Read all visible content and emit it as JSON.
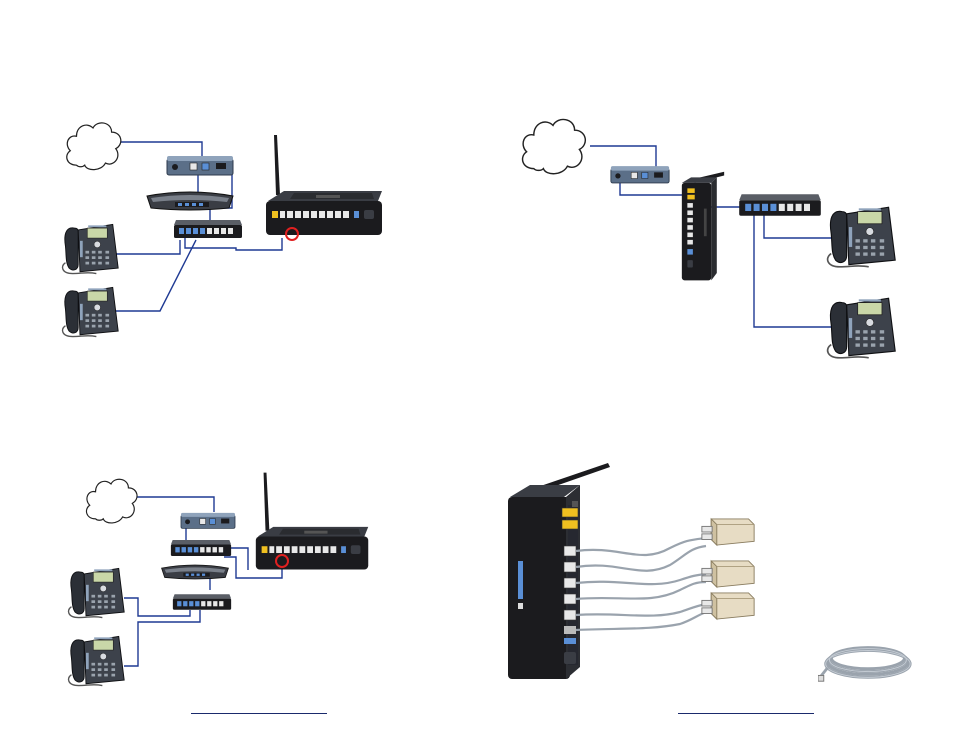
{
  "page": {
    "background": "#ffffff"
  },
  "colors": {
    "cable": "#1f3a93",
    "device_black": "#1b1b1e",
    "device_gray": "#3a3d44",
    "port_blue": "#5a8fd6",
    "port_yellow": "#f0c020",
    "port_white": "#e8e8e8",
    "highlight_ring": "#e02020",
    "modem_blue": "#5b6f88",
    "phone_screen": "#c9d7a8",
    "splitter_beige": "#e7dcc4",
    "cord_gray": "#9aa3ad"
  },
  "diagrams": [
    {
      "name": "diagram-wired-with-router-and-switches",
      "panel": "top-left"
    },
    {
      "name": "diagram-vertical-gateway-with-switch",
      "panel": "top-right"
    },
    {
      "name": "diagram-router-with-two-switches",
      "panel": "bottom-left"
    },
    {
      "name": "diagram-gateway-with-phone-splitters",
      "panel": "bottom-right"
    }
  ],
  "icons": [
    "cloud-icon",
    "modem-icon",
    "router-icon",
    "switch-icon",
    "ip-phone-icon",
    "voip-gateway-icon",
    "phone-splitter-icon",
    "phone-cord-icon"
  ]
}
